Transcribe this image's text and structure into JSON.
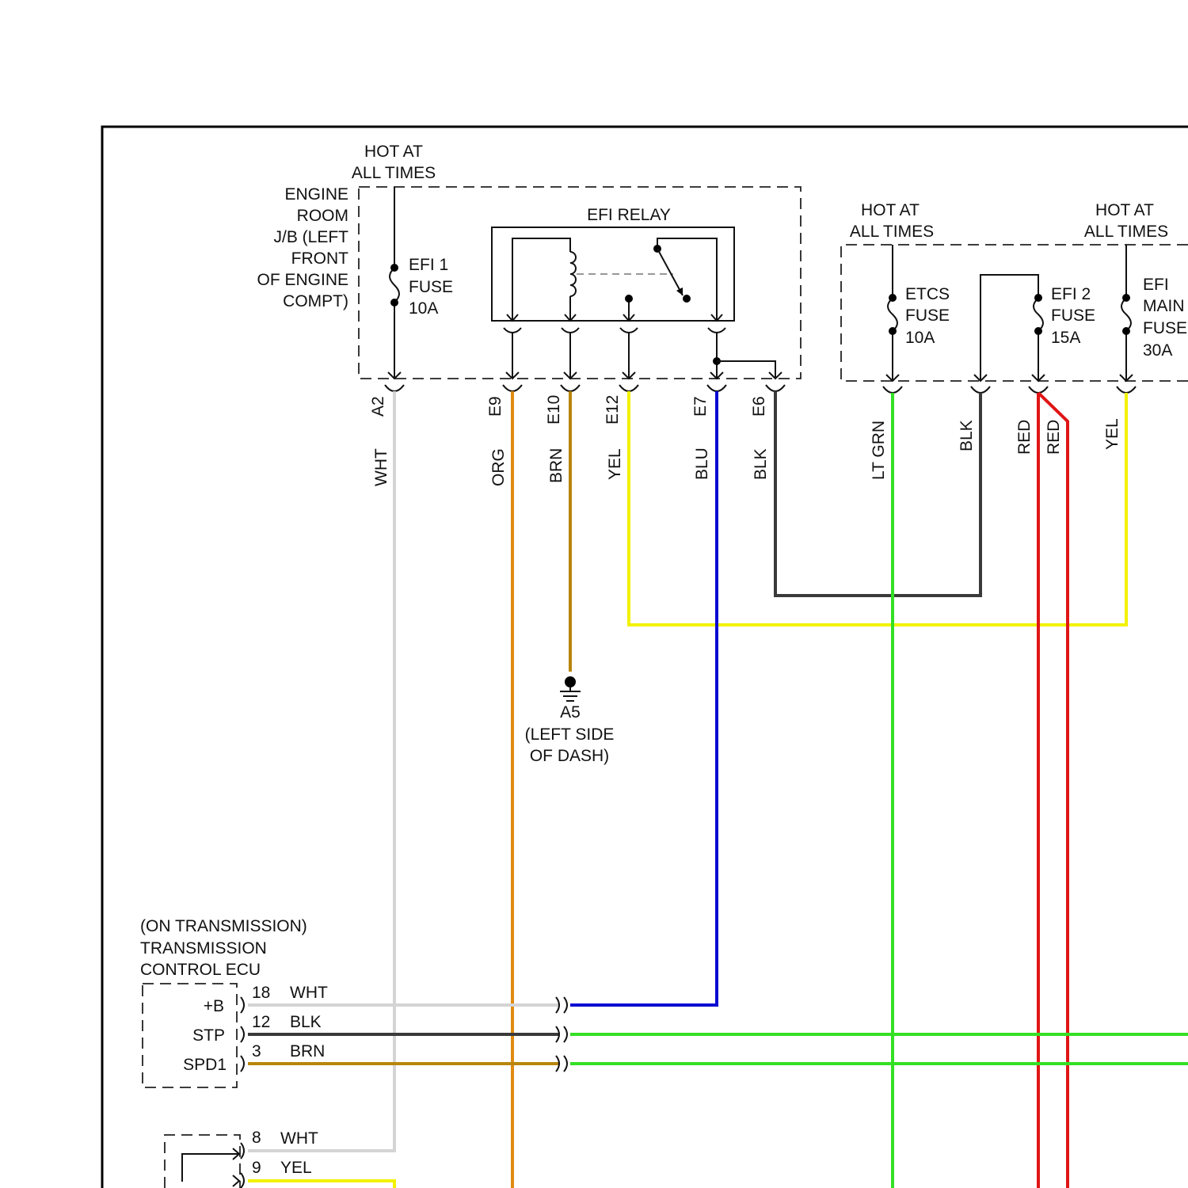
{
  "colors": {
    "WHT": "#d4d4d4",
    "ORG": "#e08a10",
    "BRN": "#b8860b",
    "YEL": "#f2f200",
    "BLU": "#0a0ad2",
    "BLK": "#3a3a3a",
    "LT GRN": "#33e024",
    "RED": "#e01515"
  },
  "engine_jb": {
    "hot": [
      "HOT AT",
      "ALL TIMES"
    ],
    "label": [
      "ENGINE",
      "ROOM",
      "J/B (LEFT",
      "FRONT",
      "OF ENGINE",
      "COMPT)"
    ],
    "efi1_fuse": [
      "EFI 1",
      "FUSE",
      "10A"
    ],
    "relay_title": "EFI RELAY"
  },
  "right_jb": {
    "hot1": [
      "HOT AT",
      "ALL TIMES"
    ],
    "hot2": [
      "HOT AT",
      "ALL TIMES"
    ],
    "etcs_fuse": [
      "ETCS",
      "FUSE",
      "10A"
    ],
    "efi2_fuse": [
      "EFI 2",
      "FUSE",
      "15A"
    ],
    "efi_main_fuse": [
      "EFI",
      "MAIN",
      "FUSE",
      "30A"
    ]
  },
  "pins": [
    "A2",
    "E9",
    "E10",
    "E12",
    "E7",
    "E6"
  ],
  "wire_labels": [
    "WHT",
    "ORG",
    "BRN",
    "YEL",
    "BLU",
    "BLK",
    "LT GRN",
    "BLK",
    "RED",
    "RED",
    "YEL"
  ],
  "ground": [
    "A5",
    "(LEFT SIDE",
    "OF DASH)"
  ],
  "tcm": {
    "title": [
      "(ON TRANSMISSION)",
      "TRANSMISSION",
      "CONTROL ECU"
    ],
    "pins": [
      {
        "name": "+B",
        "num": "18",
        "color": "WHT"
      },
      {
        "name": "STP",
        "num": "12",
        "color": "BLK"
      },
      {
        "name": "SPD1",
        "num": "3",
        "color": "BRN"
      }
    ]
  },
  "lower_module": {
    "pins": [
      {
        "num": "8",
        "color": "WHT"
      },
      {
        "num": "9",
        "color": "YEL"
      }
    ]
  }
}
